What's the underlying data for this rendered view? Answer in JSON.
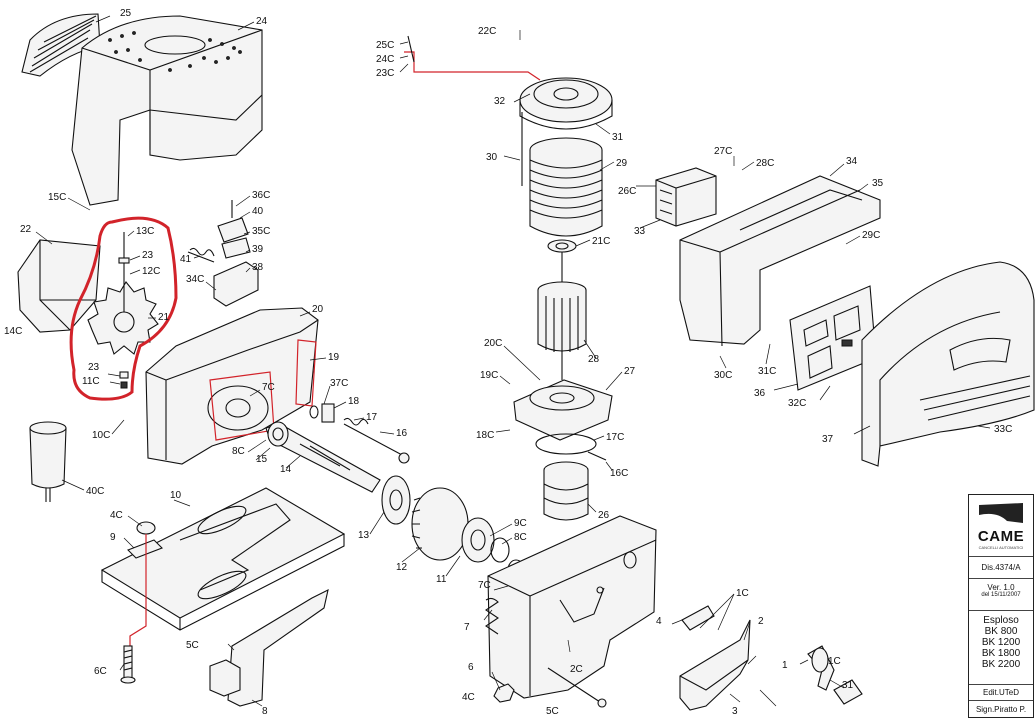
{
  "callouts": {
    "c1": "1",
    "c1c_a": "1C",
    "c1c_b": "1C",
    "c2": "2",
    "c2c": "2C",
    "c3": "3",
    "c4": "4",
    "c4c_a": "4C",
    "c4c_b": "4C",
    "c5c": "5C",
    "c6": "6",
    "c6c": "6C",
    "c7": "7",
    "c7c_a": "7C",
    "c7c_b": "7C",
    "c8": "8",
    "c8c_a": "8C",
    "c8c_b": "8C",
    "c9": "9",
    "c9c": "9C",
    "c10": "10",
    "c10c": "10C",
    "c11": "11",
    "c11c": "11C",
    "c12": "12",
    "c12c": "12C",
    "c13": "13",
    "c13c": "13C",
    "c14": "14",
    "c14c": "14C",
    "c15": "15",
    "c15c": "15C",
    "c16": "16",
    "c16c": "16C",
    "c17": "17",
    "c17c": "17C",
    "c18": "18",
    "c18c": "18C",
    "c19": "19",
    "c19c": "19C",
    "c20": "20",
    "c20c": "20C",
    "c21": "21",
    "c21c": "21C",
    "c22": "22",
    "c22c": "22C",
    "c23_a": "23",
    "c23_b": "23",
    "c23c": "23C",
    "c24": "24",
    "c24c": "24C",
    "c25": "25",
    "c25c": "25C",
    "c26": "26",
    "c26c": "26C",
    "c27": "27",
    "c27c": "27C",
    "c28": "28",
    "c28c": "28C",
    "c29": "29",
    "c29c": "29C",
    "c30": "30",
    "c30c": "30C",
    "c31_a": "31",
    "c31_b": "31",
    "c31c": "31C",
    "c32": "32",
    "c32c": "32C",
    "c33": "33",
    "c33c": "33C",
    "c34": "34",
    "c34c": "34C",
    "c35": "35",
    "c35c": "35C",
    "c36": "36",
    "c36c": "36C",
    "c37": "37",
    "c37c": "37C",
    "c38": "38",
    "c39": "39",
    "c40": "40",
    "c40c": "40C",
    "c41": "41"
  },
  "title_block": {
    "brand": "CAME",
    "tagline": "CANCELLI AUTOMATICI",
    "drawing_no": "Dis.4374/A",
    "version": "Ver. 1.0",
    "date": "del 15/11/2007",
    "desc_title": "Esploso",
    "models": [
      "BK 800",
      "BK 1200",
      "BK 1800",
      "BK 2200"
    ],
    "edit": "Edit.UTeD",
    "sign": "Sign.Piratto P."
  },
  "colors": {
    "highlight": "#d2232a",
    "ink": "#111111"
  }
}
